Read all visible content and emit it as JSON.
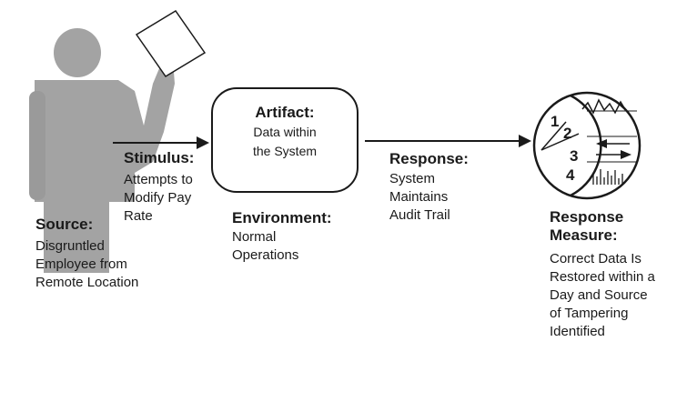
{
  "source": {
    "heading": "Source:",
    "lines": [
      "Disgruntled",
      "Employee from",
      "Remote Location"
    ]
  },
  "stimulus": {
    "heading": "Stimulus:",
    "lines": [
      "Attempts to",
      "Modify Pay",
      "Rate"
    ]
  },
  "artifact": {
    "heading": "Artifact:",
    "lines": [
      "Data within",
      "the System"
    ]
  },
  "environment": {
    "heading": "Environment:",
    "lines": [
      "Normal",
      "Operations"
    ]
  },
  "response": {
    "heading": "Response:",
    "lines": [
      "System",
      "Maintains",
      "Audit Trail"
    ]
  },
  "response_measure": {
    "heading": [
      "Response",
      "Measure:"
    ],
    "lines": [
      "Correct Data Is",
      "Restored within a",
      "Day and Source",
      "of Tampering",
      "Identified"
    ]
  },
  "measure_icon": {
    "name": "stopwatch-chart-icon",
    "numbers": [
      "1",
      "2",
      "3",
      "4"
    ]
  },
  "colors": {
    "figure": "#a3a3a3",
    "figure_dark": "#8c8c8c",
    "ink": "#1a1a1a"
  }
}
